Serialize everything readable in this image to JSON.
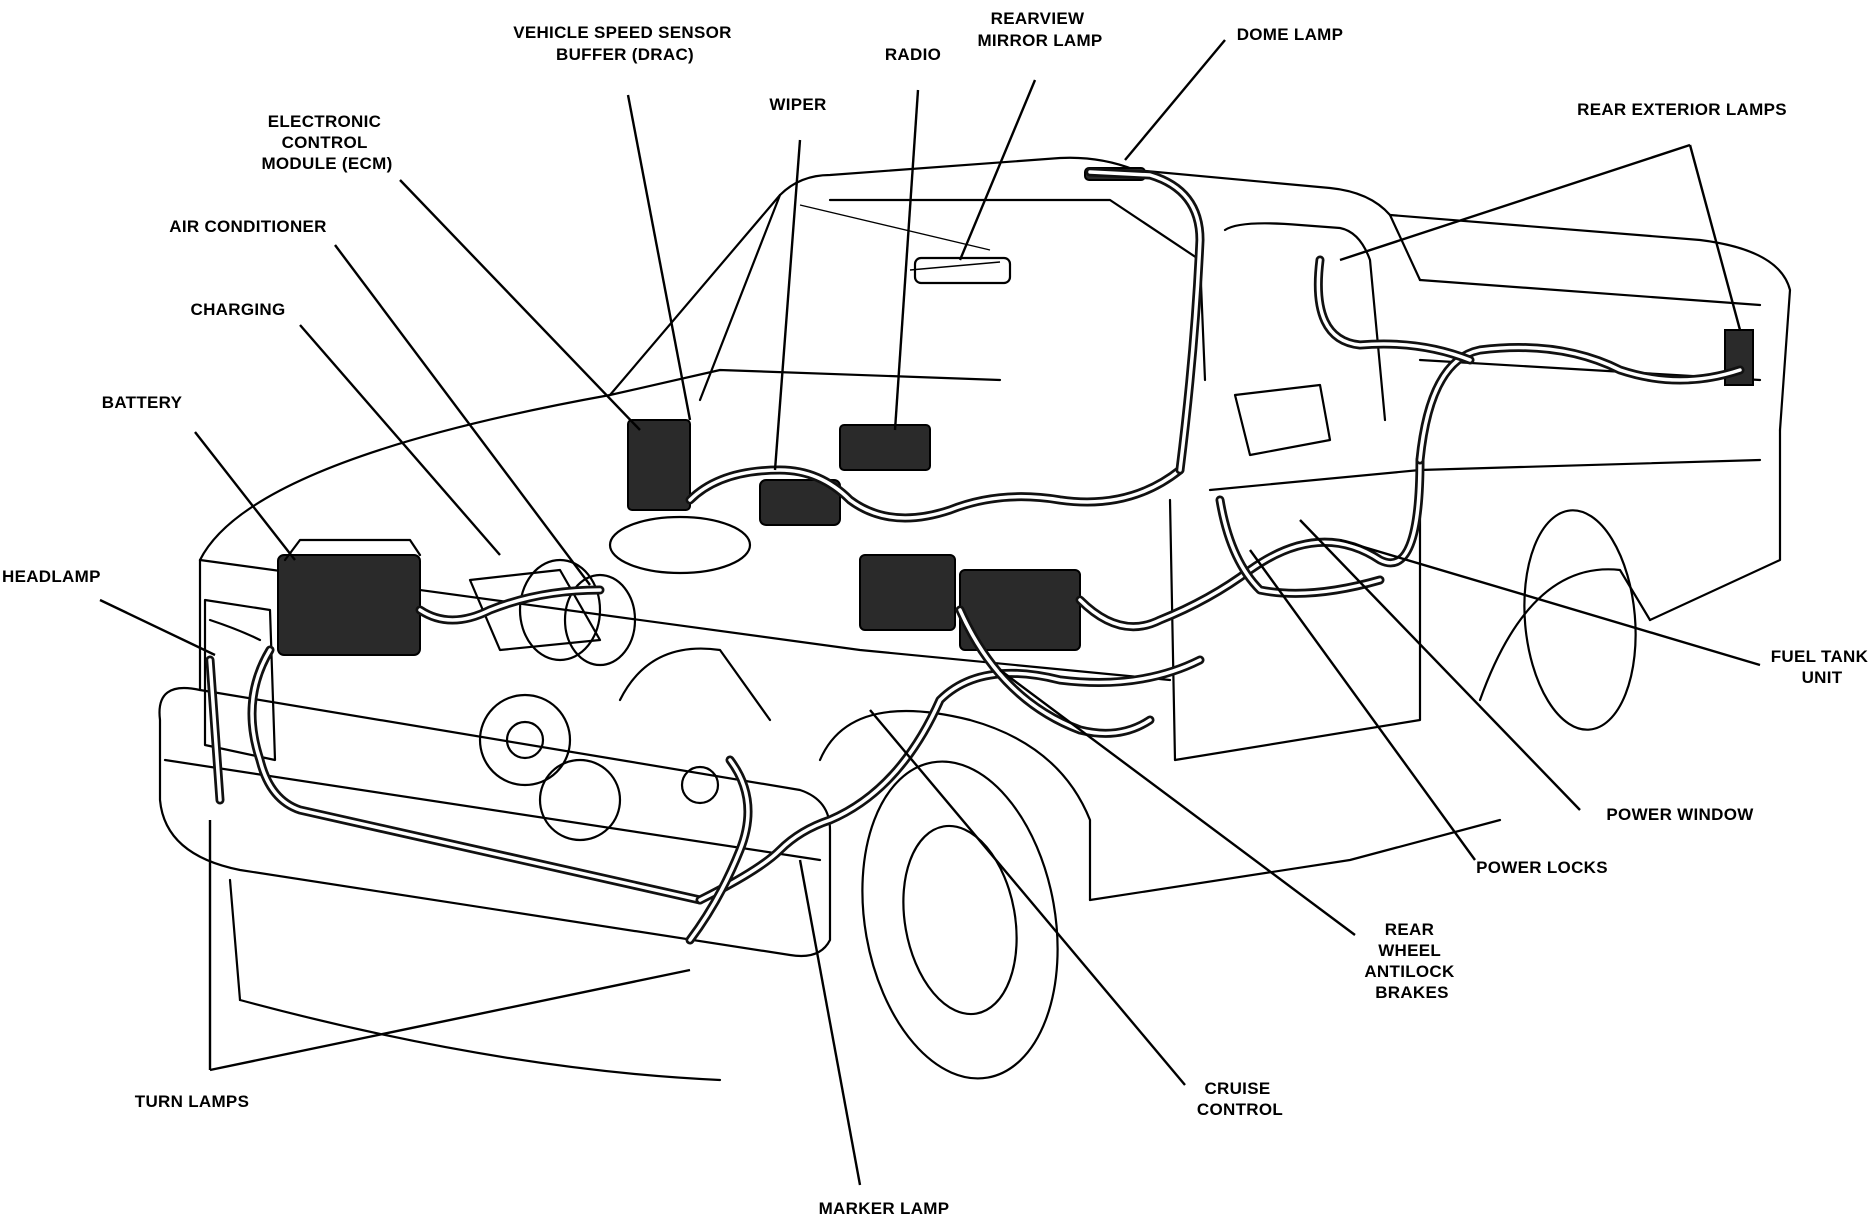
{
  "diagram": {
    "labels": {
      "vss": [
        "VEHICLE SPEED SENSOR",
        "BUFFER (DRAC)"
      ],
      "rearview": [
        "REARVIEW",
        "MIRROR LAMP"
      ],
      "radio": [
        "RADIO"
      ],
      "dome": [
        "DOME LAMP"
      ],
      "wiper": [
        "WIPER"
      ],
      "ecm": [
        "ELECTRONIC",
        "CONTROL",
        "MODULE (ECM)"
      ],
      "rear_ext": [
        "REAR EXTERIOR LAMPS"
      ],
      "aircon": [
        "AIR CONDITIONER"
      ],
      "charging": [
        "CHARGING"
      ],
      "battery": [
        "BATTERY"
      ],
      "headlamp": [
        "HEADLAMP"
      ],
      "fuel": [
        "FUEL TANK",
        "UNIT"
      ],
      "power_window": [
        "POWER WINDOW"
      ],
      "power_locks": [
        "POWER LOCKS"
      ],
      "rwal": [
        "REAR",
        "WHEEL",
        "ANTILOCK",
        "BRAKES"
      ],
      "cruise": [
        "CRUISE",
        "CONTROL"
      ],
      "turn": [
        "TURN LAMPS"
      ],
      "marker": [
        "MARKER LAMP"
      ]
    }
  }
}
